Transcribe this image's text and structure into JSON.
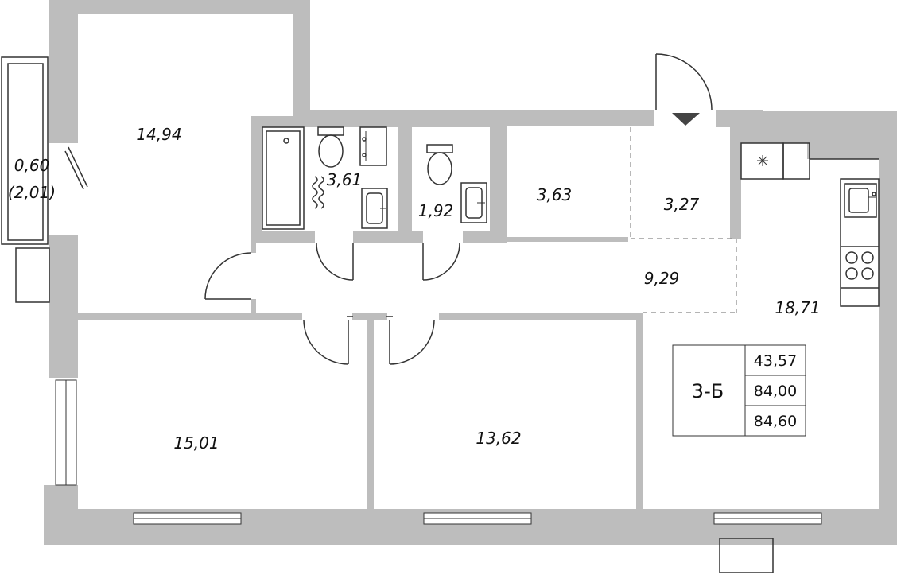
{
  "rooms": {
    "bedroom_top": "14,94",
    "balcony": "0,60",
    "balcony_sub": "(2,01)",
    "bathroom": "3,61",
    "wc": "1,92",
    "storage": "3,63",
    "hall": "3,27",
    "corridor": "9,29",
    "kitchen_living": "18,71",
    "bedroom_left": "15,01",
    "bedroom_middle": "13,62"
  },
  "legend": {
    "type": "3-Б",
    "living_area": "43,57",
    "total_area": "84,00",
    "total_with_balcony": "84,60"
  },
  "icons": [
    "bathtub-icon",
    "toilet-icon",
    "sink-icon",
    "radiator-icon",
    "stove-icon",
    "entrance-arrow-icon",
    "window-icon",
    "door-swing-icon",
    "ventilation-icon"
  ],
  "colors": {
    "wall": "#bdbdbd",
    "line": "#333333",
    "background": "#ffffff"
  }
}
